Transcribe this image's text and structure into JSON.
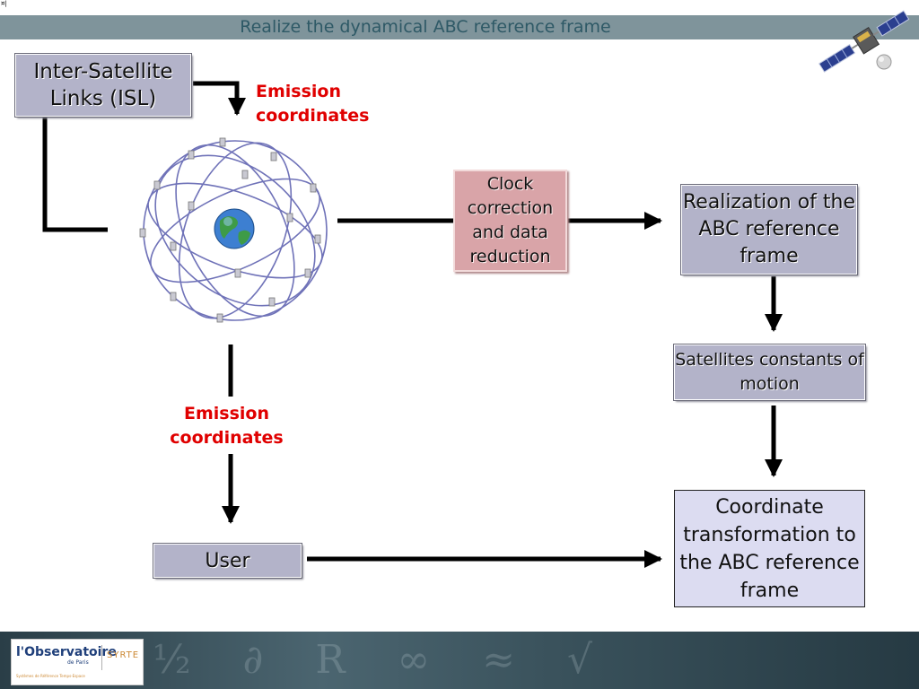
{
  "page": {
    "title": "Realize the dynamical ABC reference frame",
    "corner_mark": "¤|"
  },
  "boxes": {
    "isl": "Inter-Satellite Links (ISL)",
    "clock": "Clock correction and data reduction",
    "realization": "Realization of the ABC reference frame",
    "constants": "Satellites constants of motion",
    "user": "User",
    "transformation": "Coordinate transformation to the ABC reference frame"
  },
  "labels": {
    "emission_top": "Emission coordinates",
    "emission_bottom": "Emission coordinates"
  },
  "footer": {
    "logo_main": "l'Observatoire",
    "logo_sub": "de Paris",
    "logo_syrte": "SYRTE",
    "logo_tagline": "Systèmes de Référence Temps-Espace",
    "glyphs": "½ ∂ R ∞ ≈ √"
  },
  "colors": {
    "title_bar": "#7f949b",
    "title_text": "#2e5966",
    "grey_box": "#b3b3c9",
    "pink_box": "#d9a4a8",
    "lavender_box": "#dcdcf1",
    "emission_text": "#e00000",
    "arrow": "#000000"
  },
  "icons": {
    "corner": "satellite-icon",
    "constellation": "satellite-constellation-icon",
    "earth": "earth-icon"
  }
}
